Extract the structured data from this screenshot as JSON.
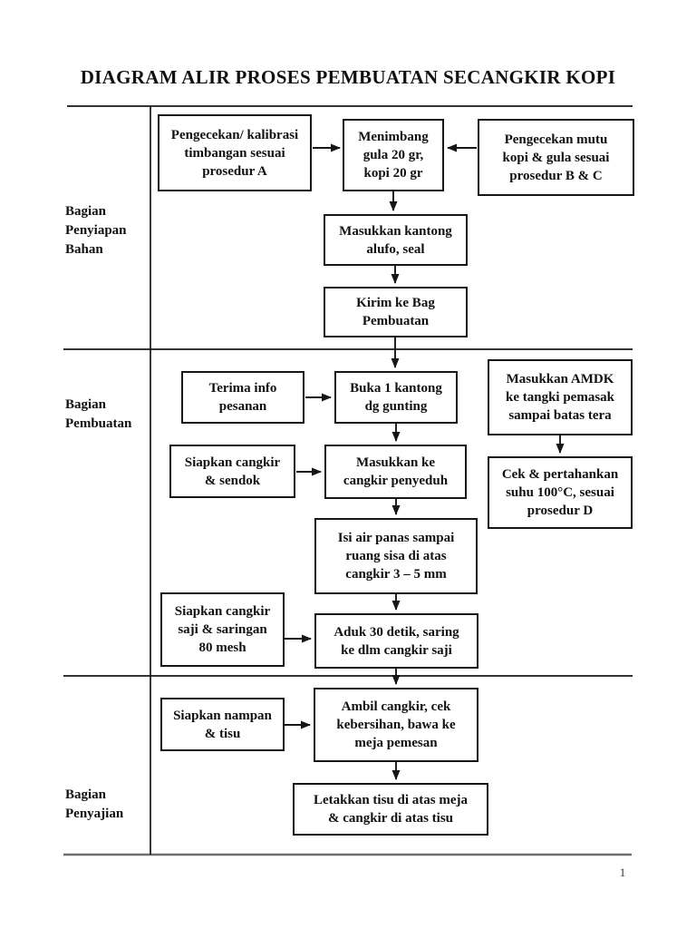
{
  "document": {
    "title": "DIAGRAM ALIR PROSES PEMBUATAN SECANGKIR KOPI",
    "page_number": "1"
  },
  "colors": {
    "ink": "#161616",
    "background": "#ffffff"
  },
  "sections": {
    "penyiapan_bahan": "Bagian\nPenyiapan\nBahan",
    "pembuatan": "Bagian\nPembuatan",
    "penyajian": "Bagian\nPenyajian"
  },
  "nodes": {
    "kalibrasi_timbangan": "Pengecekan/ kalibrasi\ntimbangan sesuai\nprosedur A",
    "menimbang": "Menimbang\ngula 20 gr,\nkopi 20 gr",
    "pengecekan_mutu": "Pengecekan mutu\nkopi & gula sesuai\nprosedur B & C",
    "kantong_alufo": "Masukkan kantong\nalufo, seal",
    "kirim_ke_bag": "Kirim ke Bag\nPembuatan",
    "terima_info": "Terima info\npesanan",
    "buka_kantong": "Buka 1 kantong\ndg gunting",
    "masukkan_amdk": "Masukkan AMDK\nke tangki pemasak\nsampai batas tera",
    "siapkan_cangkir": "Siapkan cangkir\n& sendok",
    "masukkan_penyeduh": "Masukkan ke\ncangkir penyeduh",
    "cek_suhu": "Cek & pertahankan\nsuhu 100°C, sesuai\nprosedur D",
    "isi_air": "Isi air panas sampai\nruang sisa di atas\ncangkir 3 – 5 mm",
    "siapkan_saji": "Siapkan cangkir\nsaji & saringan\n80 mesh",
    "aduk": "Aduk 30 detik, saring\nke dlm cangkir saji",
    "siapkan_nampan": "Siapkan nampan\n& tisu",
    "ambil_cangkir": "Ambil cangkir, cek\nkebersihan, bawa ke\nmeja pemesan",
    "letakkan_tisu": "Letakkan tisu di atas meja\n& cangkir di atas tisu"
  }
}
